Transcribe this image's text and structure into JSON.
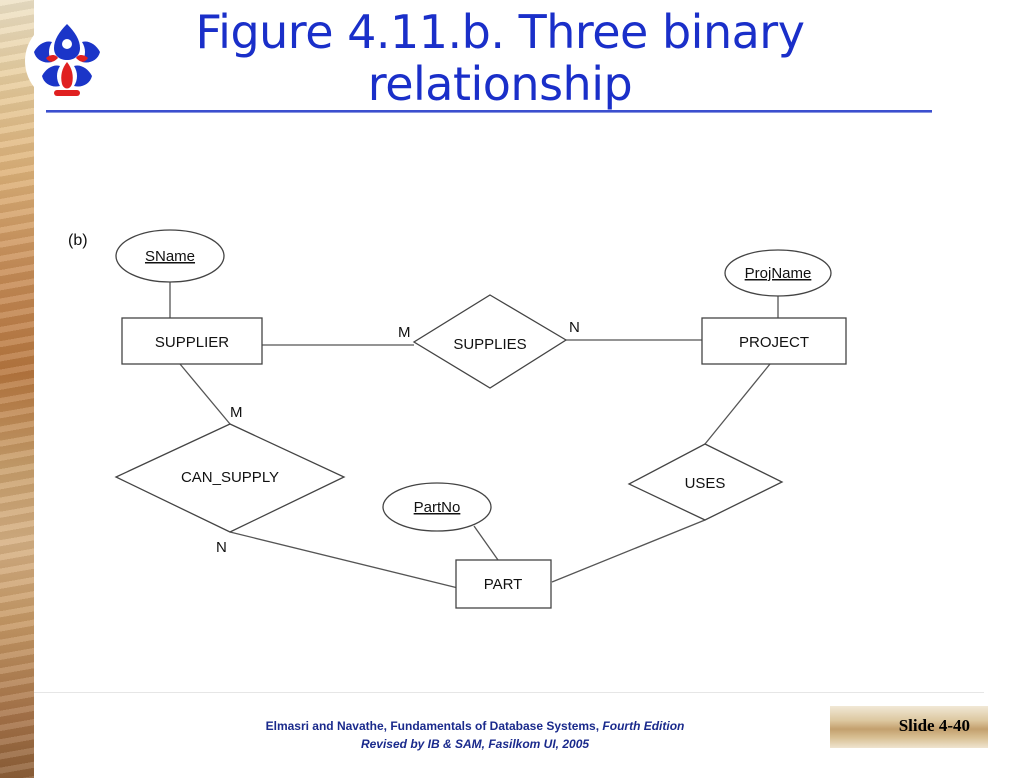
{
  "slide": {
    "title_line1": "Figure 4.11.b. Three binary",
    "title_line2": "relationship",
    "footer_line1_normal": "Elmasri and Navathe, Fundamentals of Database Systems, ",
    "footer_line1_italic": "Fourth Edition",
    "footer_line2": "Revised by IB & SAM, Fasilkom UI, 2005",
    "slide_number": "Slide 4-40",
    "colors": {
      "title": "#1a2fc9",
      "footer": "#1a2a8c",
      "rule": "#3b4fcf"
    }
  },
  "diagram": {
    "label": "(b)",
    "entities": {
      "supplier": "SUPPLIER",
      "project": "PROJECT",
      "part": "PART"
    },
    "relationships": {
      "supplies": "SUPPLIES",
      "can_supply": "CAN_SUPPLY",
      "uses": "USES"
    },
    "attributes": {
      "sname": "SName",
      "projname": "ProjName",
      "partno": "PartNo"
    },
    "cardinalities": {
      "supplies_supplier": "M",
      "supplies_project": "N",
      "cansupply_supplier": "M",
      "cansupply_part": "N"
    }
  }
}
